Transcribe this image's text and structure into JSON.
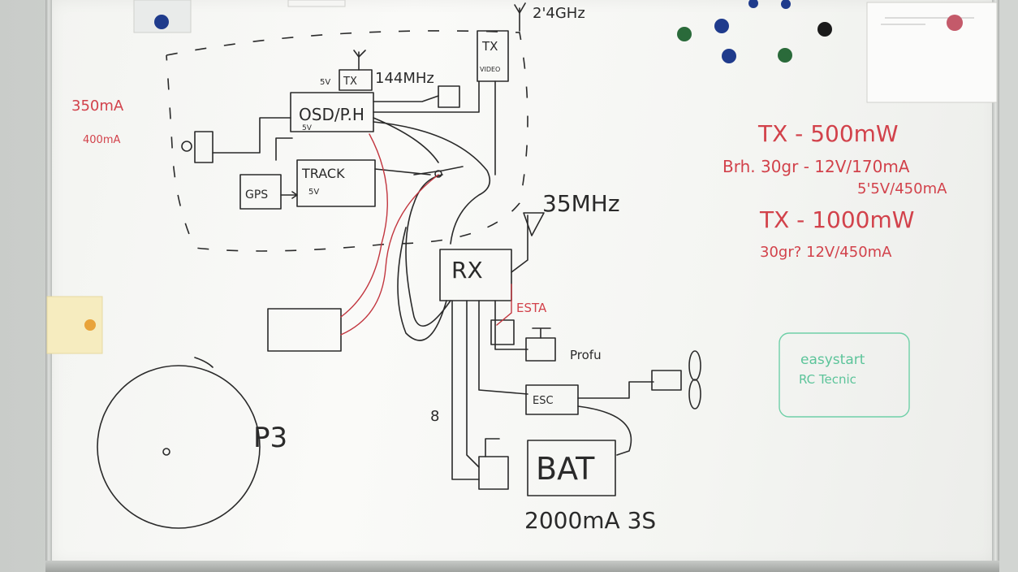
{
  "scene": "whiteboard",
  "labels": {
    "tx_top": "TX",
    "freq_144": "144MHz",
    "voltage_5v_tx": "5V",
    "osd": "OSD/P.H",
    "osd_5v": "5V",
    "track": "TRACK",
    "track_5v": "5V",
    "gps": "GPS",
    "tx_video": "TX",
    "video": "VIDEO",
    "freq_24": "2'4GHz",
    "freq_35": "35MHz",
    "rx": "RX",
    "esta": "ESTA",
    "profu": "Profu",
    "esc": "ESC",
    "bat": "BAT",
    "bat_spec": "2000mA 3S",
    "eight": "8",
    "p3": "P3",
    "circle_center": "o"
  },
  "notes_left": [
    "350mA",
    "400mA"
  ],
  "notes_right": {
    "line1": "TX - 500mW",
    "line2": "Brh. 30gr - 12V/170mA",
    "line3": "5'5V/450mA",
    "line4": "TX - 1000mW",
    "line5": "30gr?  12V/450mA"
  },
  "green_note": [
    "easystart",
    "RC Tecnic"
  ],
  "magnets": [
    {
      "color": "#1f3b8c",
      "name": "blue"
    },
    {
      "color": "#2a6a3a",
      "name": "green"
    },
    {
      "color": "#1f3b8c",
      "name": "blue"
    },
    {
      "color": "#1f3b8c",
      "name": "blue"
    },
    {
      "color": "#2a6a3a",
      "name": "green"
    },
    {
      "color": "#1a1a1a",
      "name": "black"
    },
    {
      "color": "#c45a6a",
      "name": "pink"
    },
    {
      "color": "#e8a33a",
      "name": "orange"
    }
  ]
}
